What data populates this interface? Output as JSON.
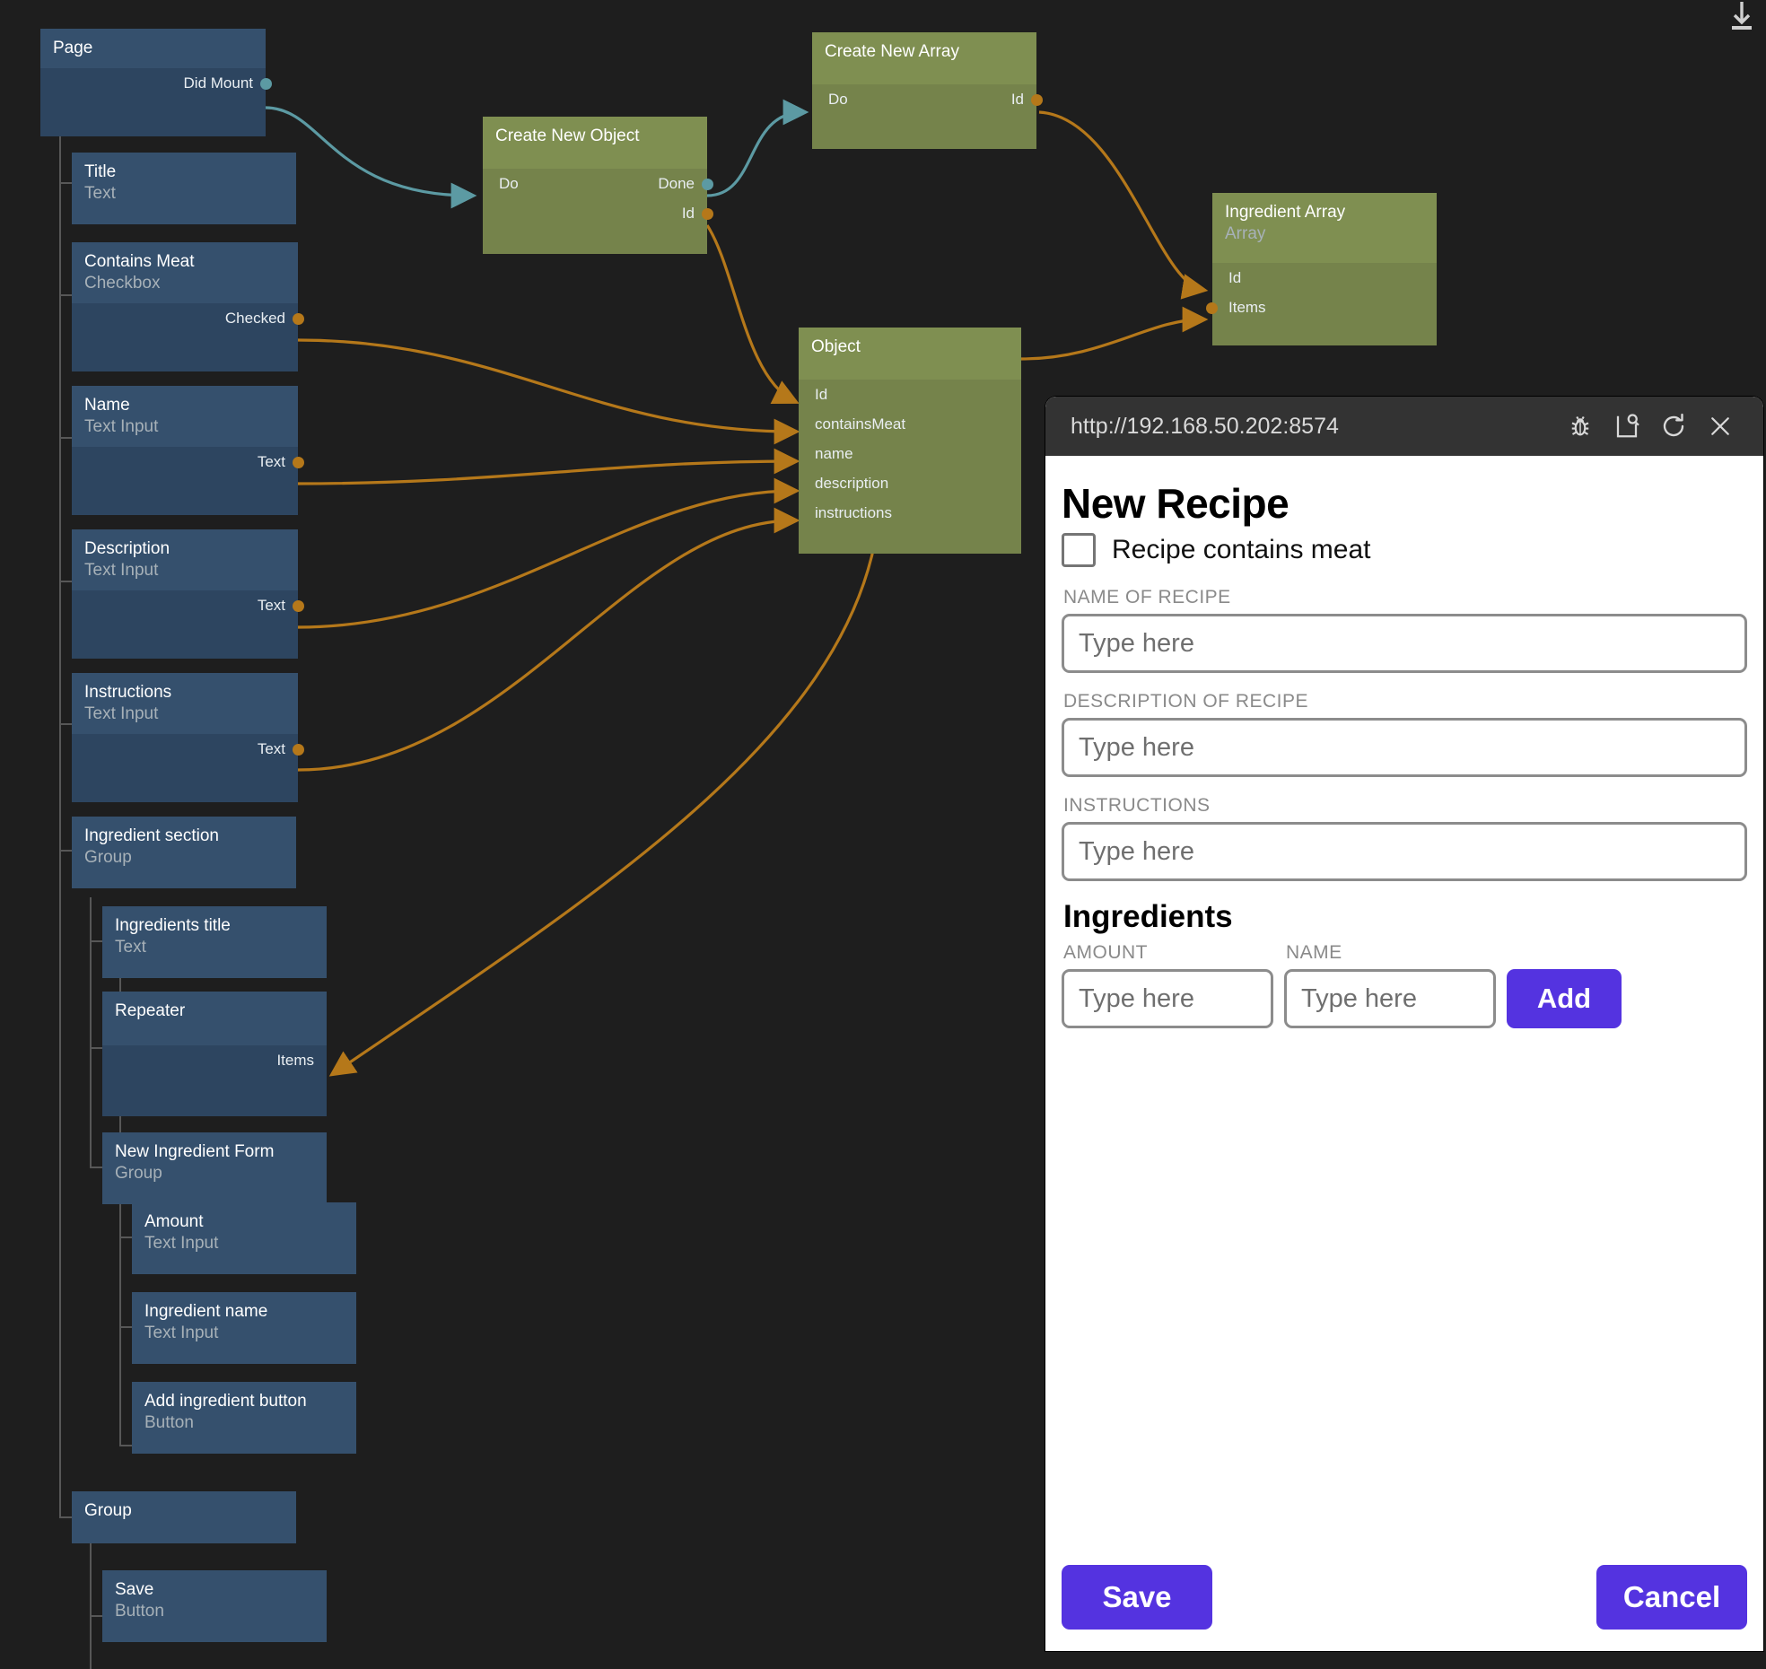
{
  "canvas": {
    "ui_nodes": [
      {
        "title": "Page",
        "subtitle": "",
        "ports_out": [
          "Did Mount"
        ],
        "ports_in": []
      },
      {
        "title": "Title",
        "subtitle": "Text",
        "ports_out": [],
        "ports_in": []
      },
      {
        "title": "Contains Meat",
        "subtitle": "Checkbox",
        "ports_out": [
          "Checked"
        ],
        "ports_in": []
      },
      {
        "title": "Name",
        "subtitle": "Text Input",
        "ports_out": [
          "Text"
        ],
        "ports_in": []
      },
      {
        "title": "Description",
        "subtitle": "Text Input",
        "ports_out": [
          "Text"
        ],
        "ports_in": []
      },
      {
        "title": "Instructions",
        "subtitle": "Text Input",
        "ports_out": [
          "Text"
        ],
        "ports_in": []
      },
      {
        "title": "Ingredient section",
        "subtitle": "Group",
        "ports_out": [],
        "ports_in": []
      },
      {
        "title": "Ingredients title",
        "subtitle": "Text",
        "ports_out": [],
        "ports_in": []
      },
      {
        "title": "Repeater",
        "subtitle": "",
        "ports_out": [],
        "ports_in": [
          "Items"
        ]
      },
      {
        "title": "New Ingredient Form",
        "subtitle": "Group",
        "ports_out": [],
        "ports_in": []
      },
      {
        "title": "Amount",
        "subtitle": "Text Input",
        "ports_out": [],
        "ports_in": []
      },
      {
        "title": "Ingredient name",
        "subtitle": "Text Input",
        "ports_out": [],
        "ports_in": []
      },
      {
        "title": "Add ingredient button",
        "subtitle": "Button",
        "ports_out": [],
        "ports_in": []
      },
      {
        "title": "Group",
        "subtitle": "",
        "ports_out": [],
        "ports_in": []
      },
      {
        "title": "Save",
        "subtitle": "Button",
        "ports_out": [],
        "ports_in": []
      }
    ],
    "logic_nodes": [
      {
        "title": "Create New Object",
        "subtitle": "",
        "ports_in": [
          "Do"
        ],
        "ports_out": [
          "Done",
          "Id"
        ]
      },
      {
        "title": "Create New Array",
        "subtitle": "",
        "ports_in": [
          "Do"
        ],
        "ports_out": [
          "Id"
        ]
      },
      {
        "title": "Ingredient Array",
        "subtitle": "Array",
        "ports_in": [
          "Id",
          "Items"
        ],
        "ports_out": []
      },
      {
        "title": "Object",
        "subtitle": "",
        "ports_in": [
          "Id",
          "containsMeat",
          "name",
          "description",
          "instructions"
        ],
        "ports_out": []
      }
    ],
    "colors": {
      "background": "#1e1e1e",
      "ui_node_header": "#35506d",
      "ui_node_body": "#2d4560",
      "logic_node_header": "#7f8f51",
      "logic_node_body": "#75834b",
      "signal_wire": "#5c9aa3",
      "data_wire": "#b5781a"
    },
    "labels": {
      "page": "Page",
      "did_mount": "Did Mount",
      "title": "Title",
      "text": "Text",
      "contains_meat": "Contains Meat",
      "checkbox": "Checkbox",
      "checked": "Checked",
      "name": "Name",
      "text_input": "Text Input",
      "description": "Description",
      "instructions": "Instructions",
      "ingredient_section": "Ingredient section",
      "group": "Group",
      "ingredients_title": "Ingredients title",
      "repeater": "Repeater",
      "items": "Items",
      "new_ingredient_form": "New Ingredient Form",
      "amount": "Amount",
      "ingredient_name": "Ingredient name",
      "add_ingredient_button": "Add ingredient button",
      "button": "Button",
      "save": "Save",
      "create_new_object": "Create New Object",
      "create_new_array": "Create New Array",
      "ingredient_array": "Ingredient Array",
      "array": "Array",
      "object": "Object",
      "do": "Do",
      "done": "Done",
      "id": "Id",
      "obj_id": "Id",
      "obj_containsMeat": "containsMeat",
      "obj_name": "name",
      "obj_description": "description",
      "obj_instructions": "instructions"
    }
  },
  "browser": {
    "url": "http://192.168.50.202:8574",
    "icons": [
      "bug-icon",
      "inspect-page-icon",
      "reload-icon",
      "close-icon"
    ]
  },
  "form": {
    "title": "New Recipe",
    "checkbox_label": "Recipe contains meat",
    "checkbox_checked": false,
    "fields": [
      {
        "label": "NAME OF RECIPE",
        "placeholder": "Type here",
        "value": ""
      },
      {
        "label": "DESCRIPTION OF RECIPE",
        "placeholder": "Type here",
        "value": ""
      },
      {
        "label": "INSTRUCTIONS",
        "placeholder": "Type here",
        "value": ""
      }
    ],
    "ingredients_heading": "Ingredients",
    "amount_label": "AMOUNT",
    "amount_placeholder": "Type here",
    "name_label": "NAME",
    "name_placeholder": "Type here",
    "add_label": "Add",
    "save_label": "Save",
    "cancel_label": "Cancel",
    "accent_color": "#5433e0"
  },
  "toolbar": {
    "download_icon": "download-icon"
  }
}
